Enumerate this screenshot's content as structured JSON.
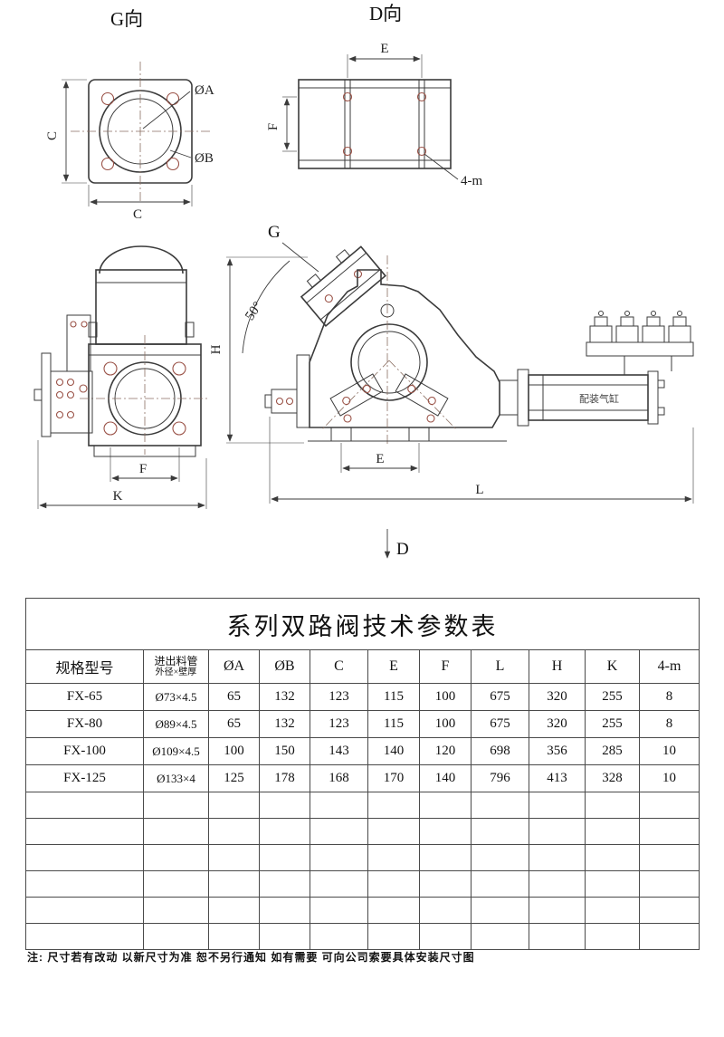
{
  "colors": {
    "line": "#3b3b3b",
    "hole_accent": "#9a5247",
    "centerline": "#8b6f62"
  },
  "views": {
    "g_view": {
      "title": "G向",
      "dia_a": "ØA",
      "dia_b": "ØB",
      "dim_c_left": "C",
      "dim_c_bottom": "C"
    },
    "d_view": {
      "title": "D向",
      "dim_e": "E",
      "dim_f": "F",
      "holes": "4-m"
    },
    "front_view": {
      "dim_f": "F",
      "dim_k": "K"
    },
    "side_view": {
      "label_g": "G",
      "angle": "50°",
      "dim_h": "H",
      "dim_e": "E",
      "dim_l": "L",
      "label_d": "D",
      "cylinder_note": "配装气缸"
    }
  },
  "table": {
    "title": "系列双路阀技术参数表",
    "col_model": "规格型号",
    "col_pipe_line1": "进出料管",
    "col_pipe_line2": "外径×壁厚",
    "cols": [
      "ØA",
      "ØB",
      "C",
      "E",
      "F",
      "L",
      "H",
      "K",
      "4-m"
    ],
    "rows": [
      {
        "model": "FX-65",
        "pipe": "Ø73×4.5",
        "vals": [
          "65",
          "132",
          "123",
          "115",
          "100",
          "675",
          "320",
          "255",
          "8"
        ]
      },
      {
        "model": "FX-80",
        "pipe": "Ø89×4.5",
        "vals": [
          "65",
          "132",
          "123",
          "115",
          "100",
          "675",
          "320",
          "255",
          "8"
        ]
      },
      {
        "model": "FX-100",
        "pipe": "Ø109×4.5",
        "vals": [
          "100",
          "150",
          "143",
          "140",
          "120",
          "698",
          "356",
          "285",
          "10"
        ]
      },
      {
        "model": "FX-125",
        "pipe": "Ø133×4",
        "vals": [
          "125",
          "178",
          "168",
          "170",
          "140",
          "796",
          "413",
          "328",
          "10"
        ]
      }
    ]
  },
  "note": "注: 尺寸若有改动 以新尺寸为准 恕不另行通知 如有需要 可向公司索要具体安装尺寸图"
}
